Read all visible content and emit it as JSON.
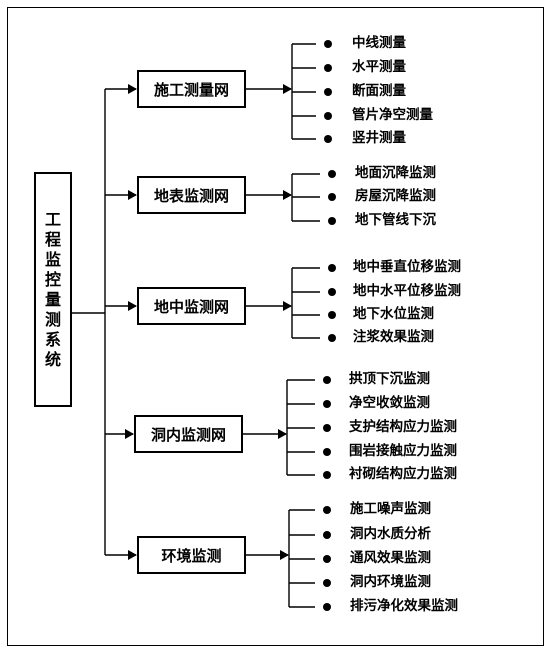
{
  "root": {
    "label": "工程监控量测系统"
  },
  "branches": [
    {
      "label": "施工测量网",
      "items": [
        "中线测量",
        "水平测量",
        "断面测量",
        "管片净空测量",
        "竖井测量"
      ]
    },
    {
      "label": "地表监测网",
      "items": [
        "地面沉降监测",
        "房屋沉降监测",
        "地下管线下沉"
      ]
    },
    {
      "label": "地中监测网",
      "items": [
        "地中垂直位移监测",
        "地中水平位移监测",
        "地下水位监测",
        "注浆效果监测"
      ]
    },
    {
      "label": "洞内监测网",
      "items": [
        "拱顶下沉监测",
        "净空收敛监测",
        "支护结构应力监测",
        "围岩接触应力监测",
        "衬砌结构应力监测"
      ]
    },
    {
      "label": "环境监测",
      "items": [
        "施工噪声监测",
        "洞内水质分析",
        "通风效果监测",
        "洞内环境监测",
        "排污净化效果监测"
      ]
    }
  ]
}
